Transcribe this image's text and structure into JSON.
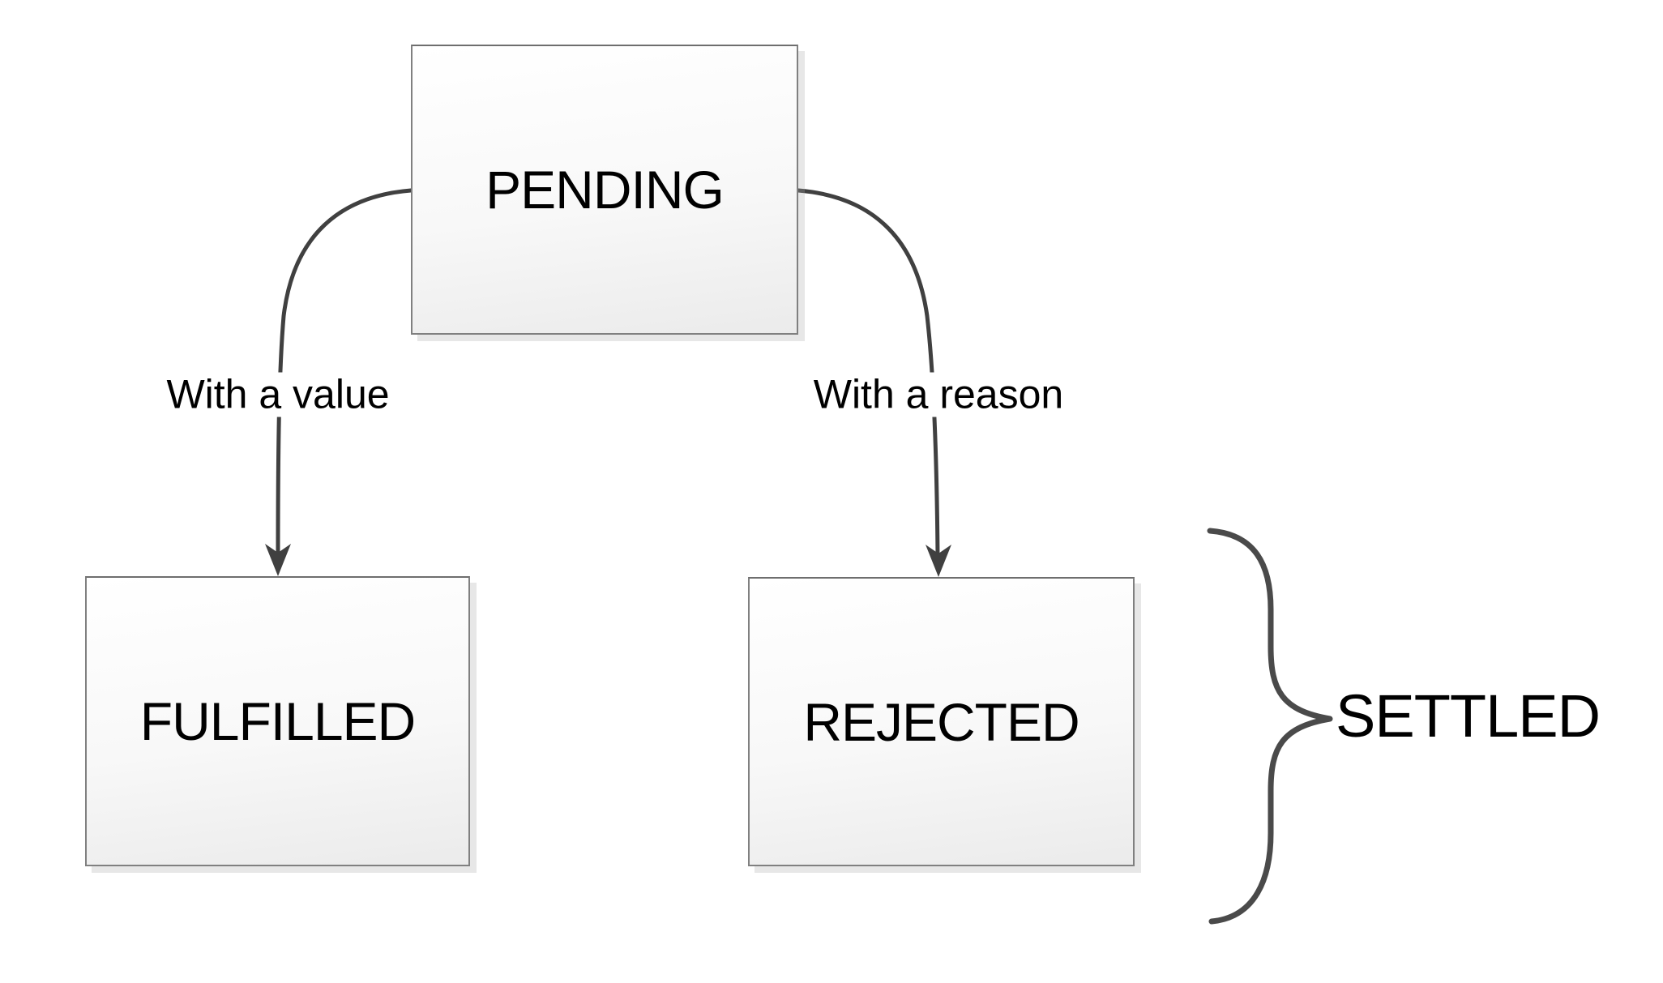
{
  "diagram": {
    "type": "state-diagram",
    "nodes": [
      {
        "id": "pending",
        "label": "PENDING"
      },
      {
        "id": "fulfilled",
        "label": "FULFILLED"
      },
      {
        "id": "rejected",
        "label": "REJECTED"
      }
    ],
    "edges": [
      {
        "from": "pending",
        "to": "fulfilled",
        "label": "With a value"
      },
      {
        "from": "pending",
        "to": "rejected",
        "label": "With a reason"
      }
    ],
    "group": {
      "label": "SETTLED",
      "members": [
        "fulfilled",
        "rejected"
      ]
    },
    "colors": {
      "connector": "#404040",
      "brace": "#4a4a4a",
      "node_border": "#808080",
      "node_fill_top": "#ffffff",
      "node_fill_bottom": "#ebebeb",
      "text": "#000000",
      "background": "#ffffff"
    }
  }
}
